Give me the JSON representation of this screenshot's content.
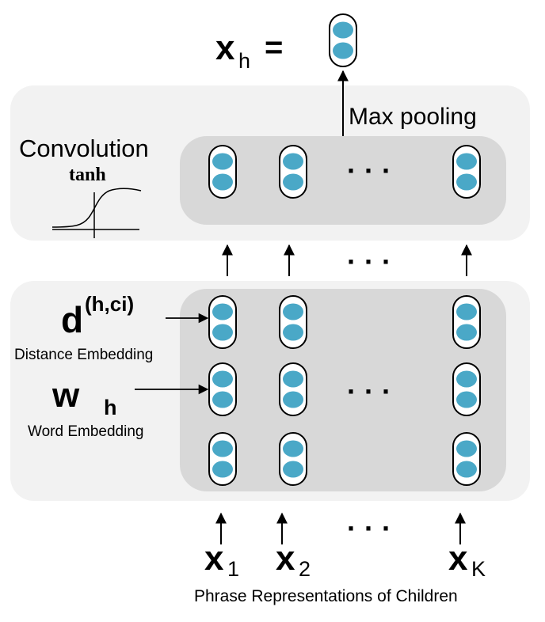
{
  "output": {
    "var": "x",
    "sub": "h",
    "equals": "="
  },
  "pooling_label": "Max pooling",
  "convolution": {
    "label": "Convolution",
    "activation": "tanh"
  },
  "ellipsis": "· · ·",
  "distance": {
    "var": "d",
    "sup": "(h,ci)",
    "label": "Distance Embedding"
  },
  "word": {
    "var": "w",
    "sub": "h",
    "label": "Word Embedding"
  },
  "children": [
    {
      "var": "x",
      "sub": "1"
    },
    {
      "var": "x",
      "sub": "2"
    },
    {
      "var": "x",
      "sub": "K"
    }
  ],
  "children_caption": "Phrase Representations of Children",
  "colors": {
    "panel_outer": "#f2f2f2",
    "panel_inner": "#d8d8d8",
    "neuron": "#4aa8c7",
    "stroke": "#000000"
  }
}
